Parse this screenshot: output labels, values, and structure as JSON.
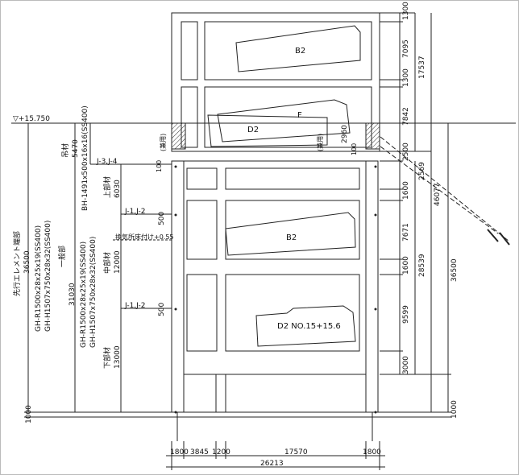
{
  "level": {
    "label": "▽+15.750"
  },
  "blocks": [
    {
      "id": "b2-top",
      "label": "B2"
    },
    {
      "id": "f",
      "label": "F"
    },
    {
      "id": "d2",
      "label": "D2"
    },
    {
      "id": "b2-mid",
      "label": "B2"
    },
    {
      "id": "d2-low",
      "label": "D2 NO.15+15.6"
    }
  ],
  "right_dims": {
    "inner": [
      "1300",
      "7095",
      "1300",
      "7842",
      "2500",
      "1600",
      "7671",
      "1600",
      "9599",
      "3000"
    ],
    "middle": [
      "17537",
      "2569",
      "28539"
    ],
    "outer": [
      "46077",
      "36500"
    ]
  },
  "bottom_dims": {
    "segments": [
      "1800",
      "3845",
      "1200",
      "17570",
      "1800"
    ],
    "total": "26213"
  },
  "annotations": {
    "slab_pad": "(兼用)",
    "slab_2960": "2960",
    "slab_100": "100",
    "slab_100_left": "100",
    "lower_1000": "1000",
    "lower_1000_left": "1000",
    "j34": "J-3,J-4",
    "j12_upper": "J-1,J-2",
    "j12_lower": "J-1,J-2",
    "vent": "換気所床付け+0.55",
    "val_500_a": "500",
    "val_500_b": "500"
  },
  "left_column": {
    "hanging_label": "吊材",
    "hanging_value": "5470",
    "hanging_section": "BH-1491x500x16x16(SS400)",
    "upper_label": "上部材",
    "upper_value": "6030",
    "middle_label": "中部材",
    "middle_value": "12000",
    "lower_label": "下部材",
    "lower_value": "13000",
    "general_label": "一般部",
    "general_value": "31030",
    "general_spec1": "GH-R1500x28x25x19(SS400)",
    "general_spec2": "GH-H1507x750x28x32(SS400)",
    "leading_label": "先行エレメント端部",
    "leading_value": "36500",
    "leading_spec1": "GH-R1500x28x25x19(SS400)",
    "leading_spec2": "GH-H1507x750x28x32(SS400)"
  }
}
